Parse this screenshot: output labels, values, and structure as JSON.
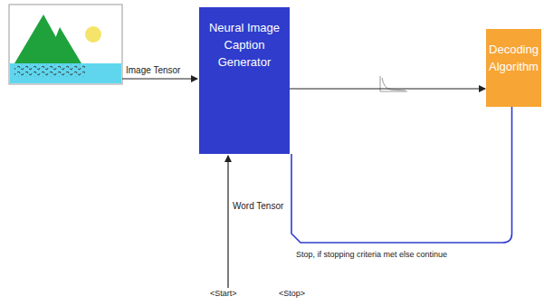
{
  "diagram": {
    "nodes": [
      {
        "text": [
          "Neural Image Caption Generator"
        ]
      },
      {
        "text": [
          "Decoding Algorithm"
        ]
      }
    ],
    "edges": [
      {
        "from": 0,
        "to": 1,
        "arrow": "to"
      },
      {
        "from": 1,
        "to": 0,
        "arrow": "none",
        "label": "Stop, if stopping criteria met else continue"
      }
    ],
    "labels": [
      "Image Tensor",
      "Word Tensor",
      "<Start>",
      "<Stop>"
    ]
  }
}
